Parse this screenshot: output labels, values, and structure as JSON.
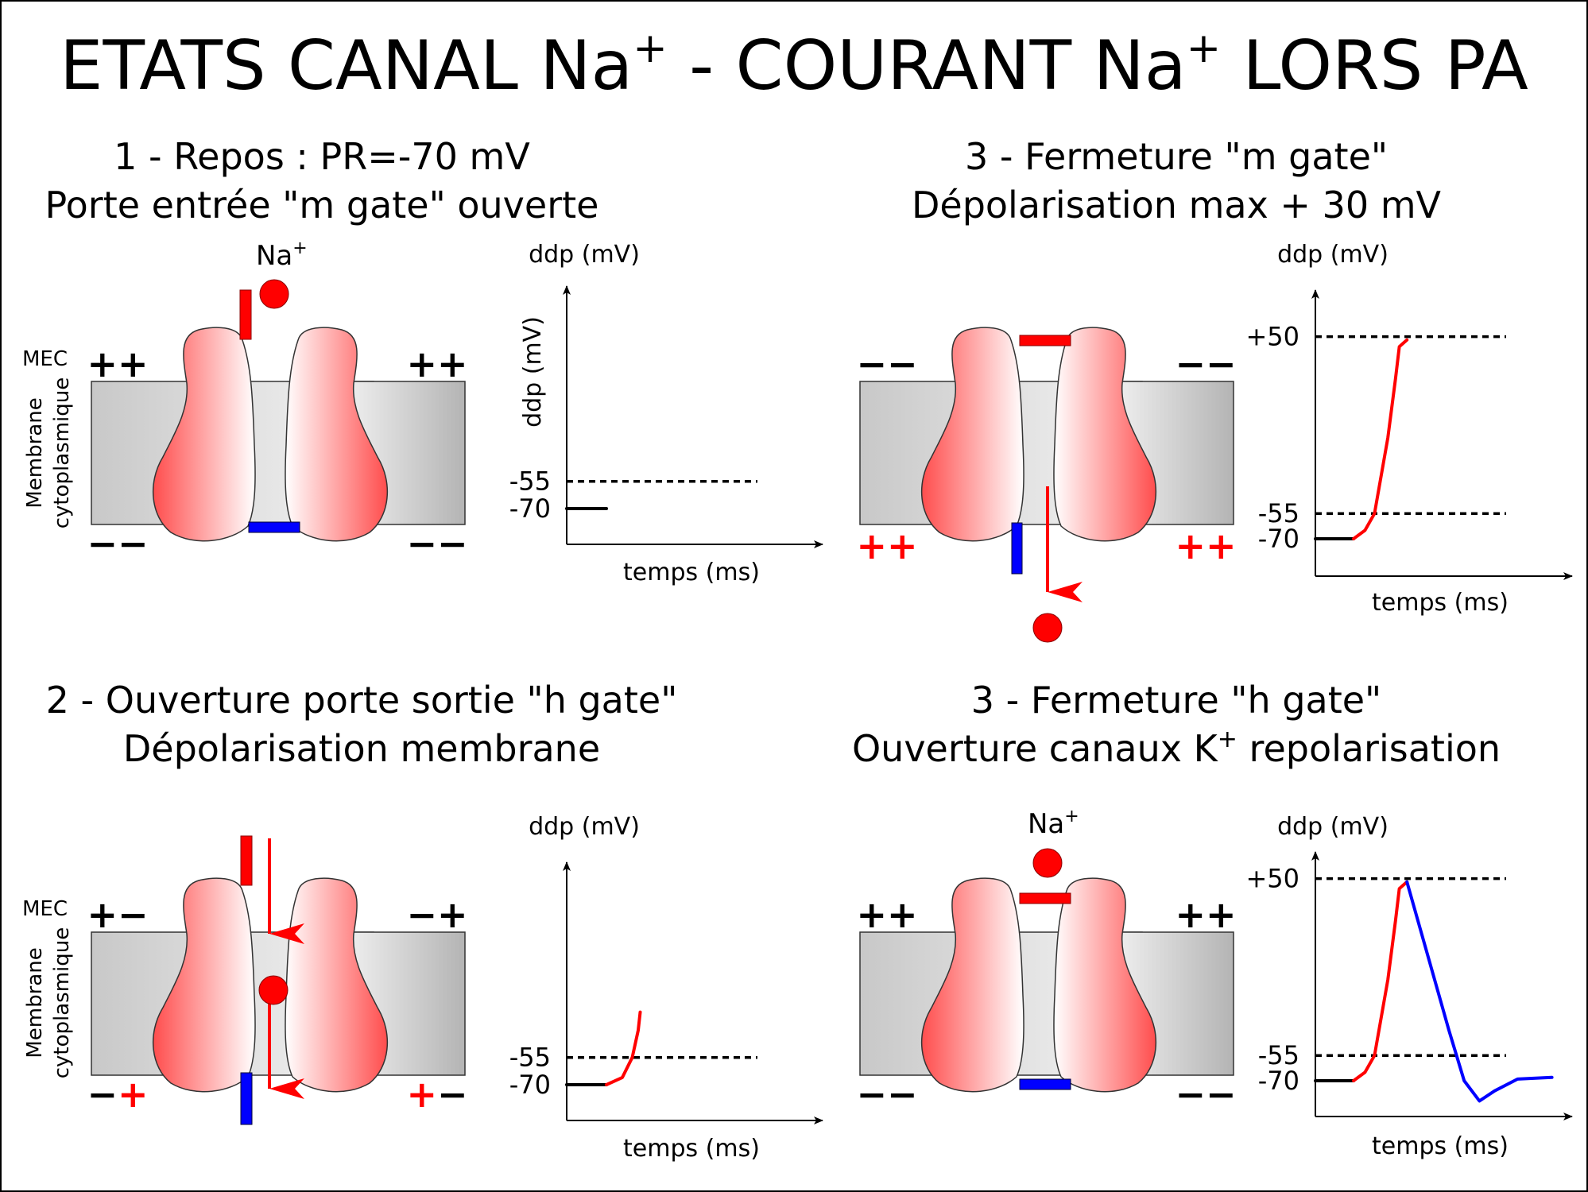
{
  "title": {
    "part1": "ETATS CANAL Na",
    "sup1": "+",
    "part2": " - COURANT Na",
    "sup2": "+",
    "part3": " LORS PA"
  },
  "panels": {
    "p1": {
      "title_line1": "1 - Repos : PR=-70 mV",
      "title_line2": "Porte entrée \"m gate\" ouverte",
      "ion_label": "Na",
      "ion_sup": "+",
      "mec_label": "MEC",
      "membrane_label_1": "Membrane",
      "membrane_label_2": "cytoplasmique",
      "ext_charges_left": "++",
      "ext_charges_right": "++",
      "int_charges_left": "−−",
      "int_charges_right": "−−"
    },
    "p2": {
      "title_line1": "2 - Ouverture porte sortie \"h gate\"",
      "title_line2": "Dépolarisation membrane",
      "mec_label": "MEC",
      "membrane_label_1": "Membrane",
      "membrane_label_2": "cytoplasmique",
      "ext_left_1": "+",
      "ext_left_2": "−",
      "ext_right_1": "−",
      "ext_right_2": "+",
      "int_left_1": "−",
      "int_left_2": "+",
      "int_right_1": "+",
      "int_right_2": "−"
    },
    "p3": {
      "title_line1": "3 - Fermeture \"m gate\"",
      "title_line2": "Dépolarisation max + 30 mV",
      "ext_charges_left": "−−",
      "ext_charges_right": "−−",
      "int_charges_left": "++",
      "int_charges_right": "++"
    },
    "p4": {
      "title_line1": "3 - Fermeture \"h gate\"",
      "title_line2_a": "Ouverture canaux K",
      "title_line2_sup": "+",
      "title_line2_b": " repolarisation",
      "ion_label": "Na",
      "ion_sup": "+",
      "ext_charges_left": "++",
      "ext_charges_right": "++",
      "int_charges_left": "−−",
      "int_charges_right": "−−"
    }
  },
  "chart_data": [
    {
      "type": "line",
      "panel": "1 - Repos",
      "xlabel": "temps (ms)",
      "ylabel": "ddp (mV)",
      "ylabel_rotated": "ddp (mV)",
      "yticks": [
        "-55",
        "-70"
      ],
      "reference_lines": [
        -55
      ],
      "series": [
        {
          "color": "#000000",
          "points": [
            [
              0,
              -70
            ],
            [
              1,
              -70
            ]
          ]
        }
      ]
    },
    {
      "type": "line",
      "panel": "2 - Ouverture porte sortie",
      "xlabel": "temps (ms)",
      "ylabel": "ddp (mV)",
      "yticks": [
        "-55",
        "-70"
      ],
      "reference_lines": [
        -55
      ],
      "series": [
        {
          "color": "#000000",
          "points": [
            [
              0,
              -70
            ],
            [
              1,
              -70
            ]
          ]
        },
        {
          "color": "#ff0000",
          "points": [
            [
              1,
              -70
            ],
            [
              1.4,
              -66
            ],
            [
              1.65,
              -55
            ],
            [
              1.8,
              -40
            ],
            [
              1.85,
              -30
            ]
          ]
        }
      ]
    },
    {
      "type": "line",
      "panel": "3 - Fermeture m gate",
      "xlabel": "temps (ms)",
      "ylabel": "ddp (mV)",
      "yticks": [
        "+50",
        "-55",
        "-70"
      ],
      "reference_lines": [
        50,
        -55
      ],
      "series": [
        {
          "color": "#000000",
          "points": [
            [
              0,
              -70
            ],
            [
              1,
              -70
            ]
          ]
        },
        {
          "color": "#ff0000",
          "points": [
            [
              1,
              -70
            ],
            [
              1.3,
              -65
            ],
            [
              1.55,
              -55
            ],
            [
              1.9,
              -10
            ],
            [
              2.1,
              25
            ],
            [
              2.2,
              44
            ],
            [
              2.4,
              48
            ]
          ]
        }
      ]
    },
    {
      "type": "line",
      "panel": "3 - Fermeture h gate",
      "xlabel": "temps (ms)",
      "ylabel": "ddp (mV)",
      "yticks": [
        "+50",
        "-55",
        "-70"
      ],
      "reference_lines": [
        50,
        -55
      ],
      "series": [
        {
          "color": "#000000",
          "points": [
            [
              0,
              -70
            ],
            [
              1,
              -70
            ]
          ]
        },
        {
          "color": "#ff0000",
          "points": [
            [
              1,
              -70
            ],
            [
              1.3,
              -65
            ],
            [
              1.55,
              -55
            ],
            [
              1.9,
              -10
            ],
            [
              2.1,
              25
            ],
            [
              2.2,
              44
            ],
            [
              2.4,
              48
            ]
          ]
        },
        {
          "color": "#0000ff",
          "points": [
            [
              2.4,
              48
            ],
            [
              3.5,
              -40
            ],
            [
              3.9,
              -70
            ],
            [
              4.3,
              -82
            ],
            [
              4.7,
              -76
            ],
            [
              5.3,
              -69
            ],
            [
              6.2,
              -68
            ]
          ]
        }
      ]
    }
  ]
}
